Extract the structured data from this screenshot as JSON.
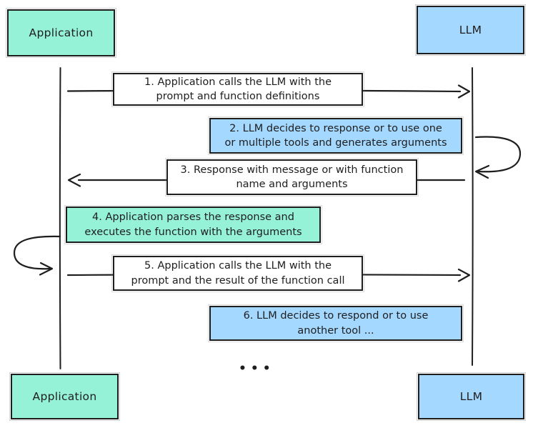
{
  "colors": {
    "green": "#96f2d7",
    "blue": "#a5d8ff",
    "paper": "#ffffff",
    "ink": "#1e1e1e"
  },
  "actors": {
    "app_top": "Application",
    "llm_top": "LLM",
    "app_bottom": "Application",
    "llm_bottom": "LLM"
  },
  "steps": [
    {
      "lines": [
        "1. Application calls the LLM with the",
        "prompt and function definitions"
      ]
    },
    {
      "lines": [
        "2. LLM decides to response or to use one",
        "or multiple tools and generates arguments"
      ]
    },
    {
      "lines": [
        "3. Response with message or with function",
        "name and arguments"
      ]
    },
    {
      "lines": [
        "4. Application parses the response and",
        "executes the function with the arguments"
      ]
    },
    {
      "lines": [
        "5. Application calls the LLM with the",
        "prompt and the result of the function call"
      ]
    },
    {
      "lines": [
        "6. LLM decides to respond or to use",
        "another tool ..."
      ]
    }
  ],
  "ellipsis": "•••"
}
